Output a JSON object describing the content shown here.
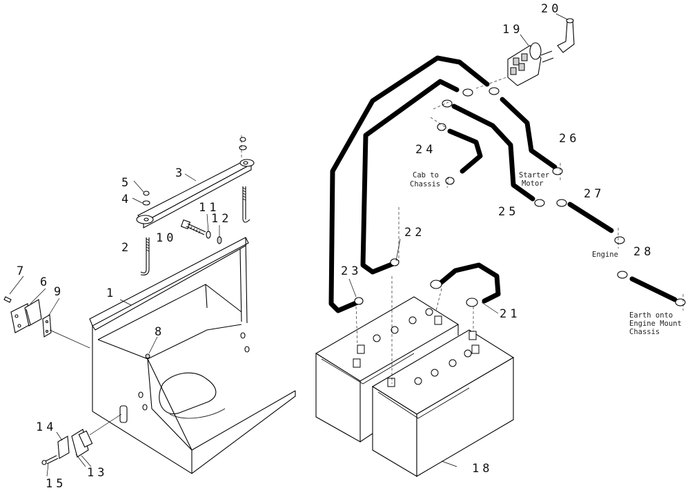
{
  "callouts": {
    "c1": "1",
    "c2": "2",
    "c3": "3",
    "c4": "4",
    "c5": "5",
    "c6": "6",
    "c7": "7",
    "c8": "8",
    "c9": "9",
    "c10": "10",
    "c11": "11",
    "c12": "12",
    "c13": "13",
    "c14": "14",
    "c15": "15",
    "c18": "18",
    "c19": "19",
    "c20": "20",
    "c21": "21",
    "c22": "22",
    "c23": "23",
    "c24": "24",
    "c25": "25",
    "c26": "26",
    "c27": "27",
    "c28": "28"
  },
  "notes": {
    "cab_line1": "Cab to",
    "cab_line2": "Chassis",
    "starter_line1": "Starter",
    "starter_line2": "Motor",
    "engine": "Engine",
    "earth_line1": "Earth onto",
    "earth_line2": "Engine Mount",
    "earth_line3": "Chassis"
  }
}
